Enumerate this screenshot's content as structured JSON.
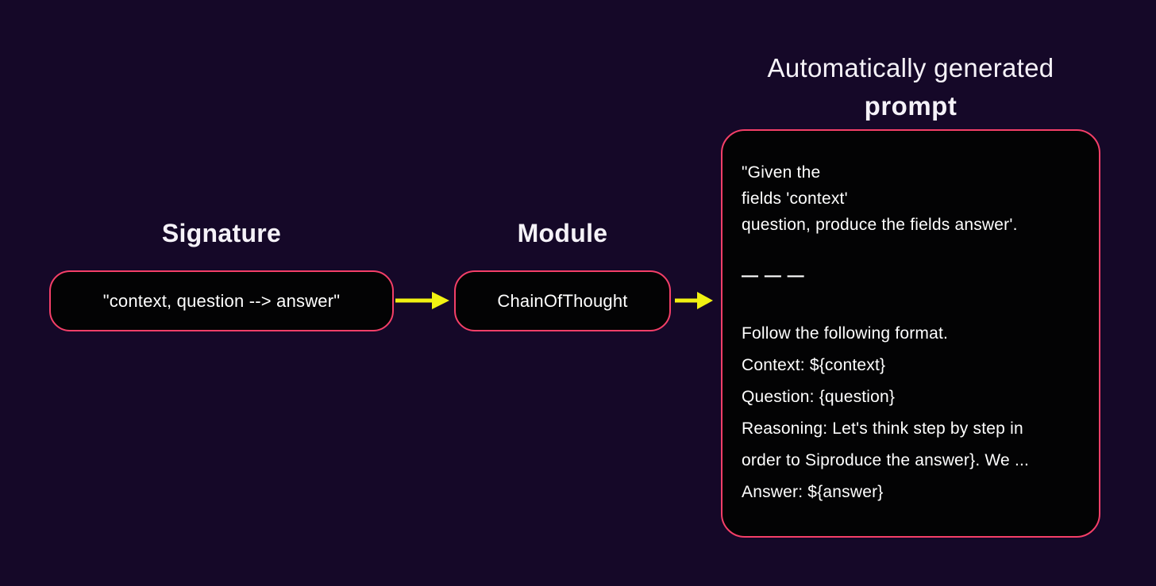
{
  "colors": {
    "background": "#150828",
    "box-bg": "#030304",
    "border-pink": "#f43f68",
    "arrow-yellow": "#f1f112",
    "text-white": "#ffffff",
    "heading-white": "#f5f2f8"
  },
  "signature": {
    "heading": "Signature",
    "value": "\"context, question --> answer\""
  },
  "module": {
    "heading": "Module",
    "value": "ChainOfThought"
  },
  "prompt": {
    "heading_line1": "Automatically generated",
    "heading_line2": "prompt",
    "intro_lines": {
      "0": "\"Given the",
      "1": "fields 'context'",
      "2": "question, produce the fields answer'."
    },
    "divider": "— — —",
    "format_lines": {
      "0": "Follow the following format.",
      "1": "Context: ${context}",
      "2": "Question: {question}",
      "3": "Reasoning: Let's think step by step in",
      "4": "order to Siproduce the answer}. We ...",
      "5": "Answer: ${answer}"
    }
  }
}
